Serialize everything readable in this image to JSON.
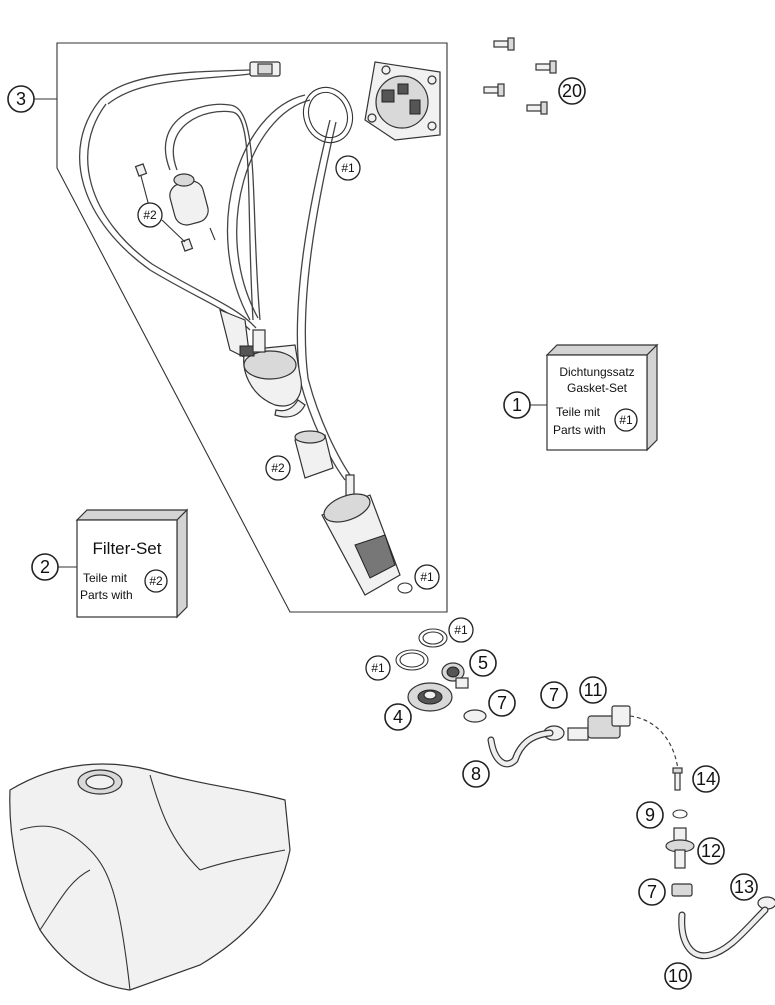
{
  "callouts": {
    "c1": "1",
    "c2": "2",
    "c3": "3",
    "c4": "4",
    "c5": "5",
    "c7a": "7",
    "c7b": "7",
    "c7c": "7",
    "c8": "8",
    "c9": "9",
    "c10": "10",
    "c11": "11",
    "c12": "12",
    "c13": "13",
    "c14": "14",
    "c20": "20"
  },
  "refs": {
    "r1_top": "#1",
    "r2_top": "#2",
    "r2_mid": "#2",
    "r1_bottom": "#1",
    "r1_seal_a": "#1",
    "r1_seal_b": "#1",
    "r1_box": "#1",
    "r2_box": "#2"
  },
  "gasket_box": {
    "line1": "Dichtungssatz",
    "line2": "Gasket-Set",
    "line3": "Teile mit",
    "line4": "Parts with"
  },
  "filter_box": {
    "title": "Filter-Set",
    "line1": "Teile mit",
    "line2": "Parts with"
  }
}
